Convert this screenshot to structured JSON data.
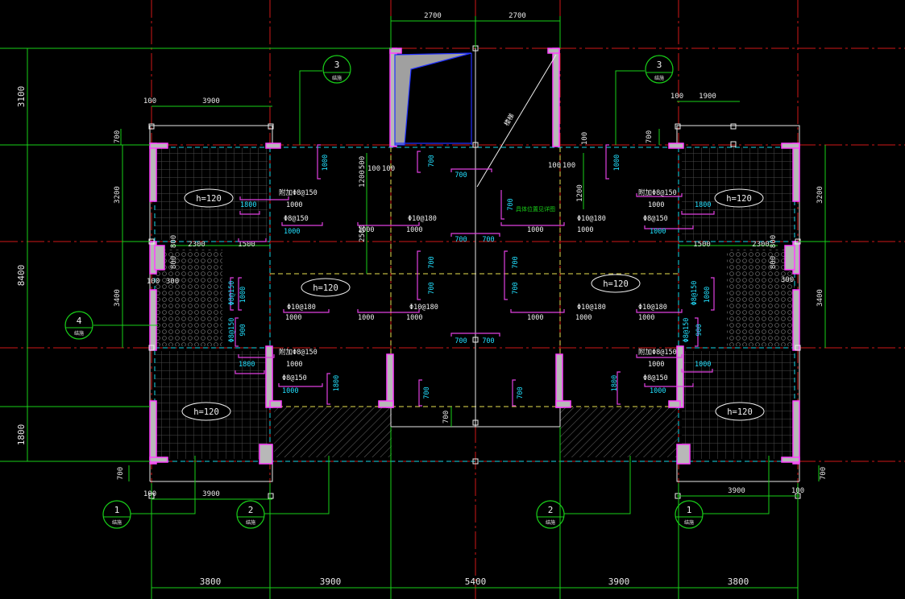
{
  "drawing": {
    "top_dims": [
      "2700",
      "2700"
    ],
    "bottom_dims": [
      "3800",
      "3900",
      "5400",
      "3900",
      "3800"
    ],
    "left_dims": [
      "3100",
      "8400",
      "1800"
    ],
    "small_dims": {
      "d100": "100",
      "d3900": "3900",
      "d1900": "1900",
      "d700": "700",
      "d3200": "3200",
      "d3400": "3400",
      "d2300": "2300",
      "d1500": "1500",
      "d300": "300",
      "d800": "800",
      "d1200": "1200",
      "d2500": "2500",
      "d500": "500",
      "d1000": "1000",
      "d1800": "1800",
      "d900": "900"
    },
    "slab_labels": {
      "h120": "h=120"
    },
    "rebar_labels": {
      "phi10_180": "Φ10@180",
      "phi8_150": "Φ8@150",
      "phi8_150_note": "附加Φ8@150",
      "len1000": "1000",
      "len700": "700",
      "len1800": "1800",
      "len900": "900"
    },
    "callouts": [
      {
        "num": "1",
        "sub": "结施"
      },
      {
        "num": "2",
        "sub": "结施"
      },
      {
        "num": "3",
        "sub": "结施"
      },
      {
        "num": "4",
        "sub": "结施"
      }
    ],
    "notes": {
      "stair": "楼梯",
      "elevator": "具体位置见详图"
    },
    "colors": {
      "background": "#000000",
      "axis": "#d01818",
      "dimension": "#19d019",
      "wall_edge": "#ff40ff",
      "beam": "#18d8e8",
      "text": "#f0f0f0"
    }
  }
}
